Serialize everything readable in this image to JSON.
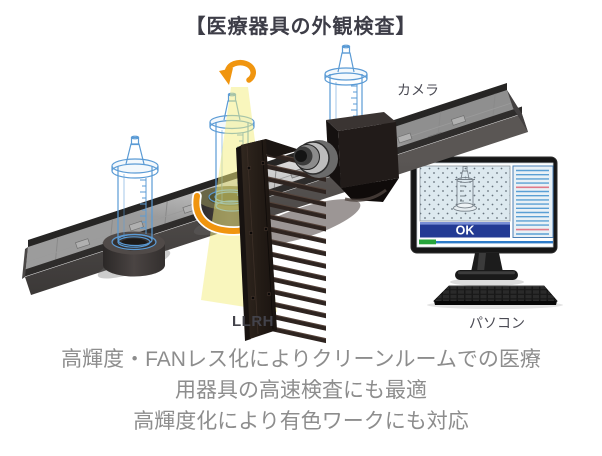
{
  "title": "【医療器具の外観検査】",
  "diagram": {
    "labels": {
      "camera": "カメラ",
      "light": "LLRH",
      "pc": "パソコン"
    },
    "monitor": {
      "result_text": "OK"
    },
    "colors": {
      "beam": "#f3ee7c",
      "arrow_orange": "#f0950f",
      "syringe_outline": "#5b9bd5",
      "ok_bar": "#233a94",
      "progress_green": "#27a53c",
      "progress_blue": "#2e7cc9"
    }
  },
  "caption": {
    "lines": {
      "line1": "高輝度・FANレス化によりクリーンルームでの医療",
      "line2": "用器具の高速検査にも最適",
      "line3": "高輝度化により有色ワークにも対応"
    }
  }
}
